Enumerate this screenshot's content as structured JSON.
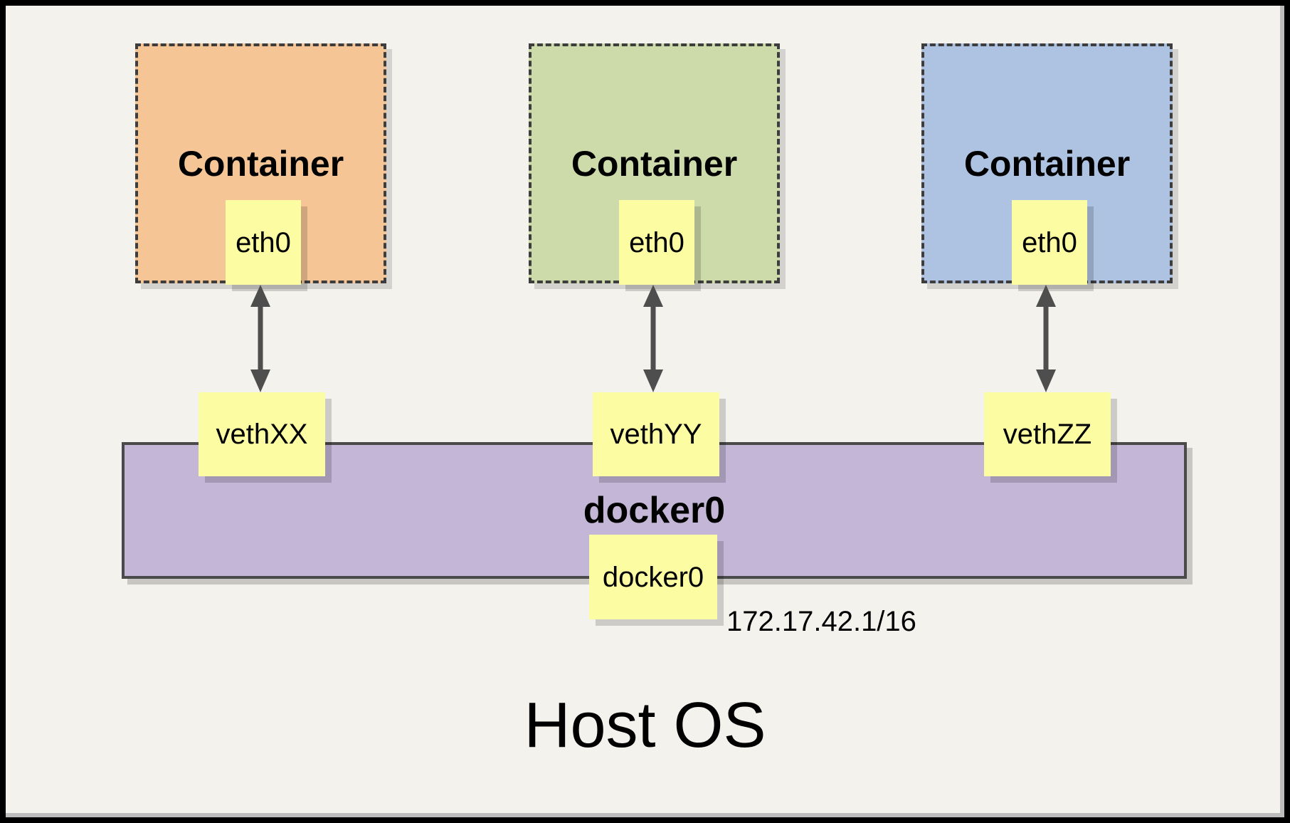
{
  "containers": [
    {
      "label": "Container",
      "interface": "eth0",
      "veth": "vethXX",
      "fill": "#F6C596"
    },
    {
      "label": "Container",
      "interface": "eth0",
      "veth": "vethYY",
      "fill": "#CDDBAB"
    },
    {
      "label": "Container",
      "interface": "eth0",
      "veth": "vethZZ",
      "fill": "#AEC3E2"
    }
  ],
  "bridge": {
    "label": "docker0",
    "interface": "docker0",
    "ip_address": "172.17.42.1/16",
    "fill": "#C3B6D6"
  },
  "host": {
    "label": "Host OS"
  },
  "colors": {
    "background": "#F4F2ED",
    "note_yellow": "#FCFCA3",
    "dashed_border": "#3D3D3D",
    "bar_border": "#4A4A4A",
    "arrow": "#4E4E4E",
    "frame": "#000000",
    "text": "#000000"
  }
}
